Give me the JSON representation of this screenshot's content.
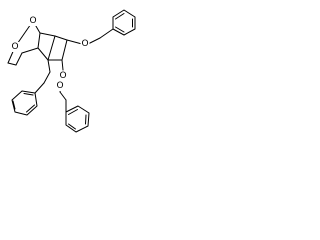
{
  "molecule": {
    "atoms": {
      "o_bridge": "O",
      "o_ring": "O",
      "o_ether_upper": "O",
      "o_ether_lower_a": "O",
      "o_ether_lower_b": "O"
    },
    "colors": {
      "bond": "#000000",
      "label": "#000000",
      "background": "#ffffff"
    }
  }
}
